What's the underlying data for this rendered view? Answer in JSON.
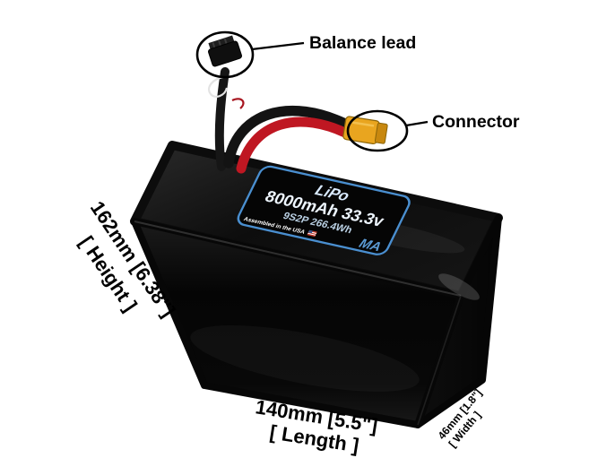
{
  "battery": {
    "label": {
      "chemistry": "LiPo",
      "capacity": "8000mAh 33.3v",
      "config": "9S2P 266.4Wh",
      "assembled": "Assembled in the USA",
      "logo": "MA"
    },
    "colors": {
      "body": "#0a0a0a",
      "label_border": "#4a8fd0",
      "xt90_yellow": "#e9a51f",
      "wire_red": "#bf1722",
      "annotation": "#000000"
    }
  },
  "callouts": {
    "balance_lead": "Balance lead",
    "connector": "Connector"
  },
  "dimensions": {
    "height_value": "162mm [6.38\"]",
    "height_label": "[ Height ]",
    "length_value": "140mm [5.5\"]",
    "length_label": "[ Length ]",
    "width_value": "46mm [1.8\"]",
    "width_label": "[ Width ]"
  }
}
